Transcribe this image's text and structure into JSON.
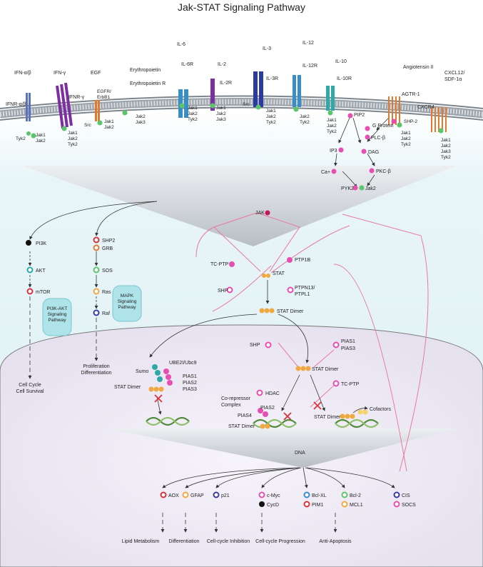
{
  "title": "Jak-STAT Signaling Pathway",
  "receptors": {
    "ifna_lig": "IFN-α/β",
    "ifna_r": "IFNR-α/β",
    "ifna_k1": "Tyk2",
    "ifna_k2": "Jak1",
    "ifna_k3": "Jak2",
    "ifng_lig": "IFN-γ",
    "ifng_r": "IFNR-γ",
    "ifng_k1": "Jak1",
    "ifng_k2": "Jak2",
    "ifng_k3": "Tyk2",
    "egf_lig": "EGF",
    "egf_r1": "EGFR/",
    "egf_r2": "ErbB1",
    "egf_k0": "Src",
    "egf_k1": "Jak1",
    "egf_k2": "Jak2",
    "epo_lig": "Erythropoietin",
    "epo_r": "Erythropoietin R",
    "epo_k1": "Jak2",
    "epo_k2": "Jak3",
    "il6_lig": "IL-6",
    "il6_r": "IL-6R",
    "il6_k1": "Jak1",
    "il6_k2": "Jak2",
    "il6_k3": "Tyk2",
    "il2_lig": "IL-2",
    "il2_r": "IL-2R",
    "il2_k1": "Jak1",
    "il2_k2": "Jak2",
    "il2_k3": "Jak3",
    "il3_lig": "IL-3",
    "il3_r": "IL-3R",
    "il3_k0": "Src",
    "il3_k1": "Jak1",
    "il3_k2": "Jak2",
    "il3_k3": "Tyk2",
    "il12_lig": "IL-12",
    "il12_r": "IL-12R",
    "il12_k1": "Jak2",
    "il12_k2": "Tyk2",
    "il10_lig": "IL-10",
    "il10_r": "IL-10R",
    "il10_k1": "Jak1",
    "il10_k2": "Jak2",
    "il10_k3": "Tyk2",
    "ang_lig": "Angiotensin II",
    "ang_r": "AGTR-1",
    "ang_k0": "SHP-2",
    "ang_k1": "Jak1",
    "ang_k2": "Jak2",
    "ang_k3": "Tyk2",
    "cxcl_lig1": "CXCL12/",
    "cxcl_lig2": "SDF-1α",
    "cxcr_r": "CXCR4",
    "cxcr_k1": "Jak1",
    "cxcr_k2": "Jak2",
    "cxcr_k3": "Jak3",
    "cxcr_k4": "Tyk2"
  },
  "membrane": {
    "pip2": "PIP2",
    "gprotein": "G Protein",
    "plcb": "PLC-β",
    "ip3": "IP3",
    "dag": "DAG",
    "ca": "Ca+",
    "pkcb": "PKC-β",
    "pyk2": "PYK2",
    "jak2": "Jak2"
  },
  "cytoplasm": {
    "jak": "JAK",
    "pi3k": "PI3K",
    "akt": "AKT",
    "mtor": "mTOR",
    "pi3k_box": [
      "PI3K-AKT",
      "Signaling",
      "Pathway"
    ],
    "shp2": "SHP2",
    "grb": "GRB",
    "sos": "SOS",
    "ras": "Ras",
    "raf": "Raf",
    "mapk_box": [
      "MAPK",
      "Signaling",
      "Pathway"
    ],
    "tcptp": "TC-PTP",
    "ptp1b": "PTP1B",
    "stat": "STAT",
    "shp": "SHP",
    "ptpn13": "PTPN13/",
    "ptpl1": "PTPL1",
    "stat_dimer": "STAT Dimer",
    "cellcycle1": "Cell Cycle",
    "cellcycle2": "Cell Survival",
    "prolif1": "Proliferation",
    "prolif2": "Differentiation"
  },
  "nucleus": {
    "ube2i": "UBE2I/Ubc9",
    "sumo": "Sumo",
    "pias_l1": "PIAS1",
    "pias_l2": "PIAS2",
    "pias_l3": "PIAS3",
    "stat_dimer_l": "STAT Dimer",
    "shp": "SHP",
    "pias1": "PIAS1",
    "pias3": "PIAS3",
    "stat_dimer_c": "STAT Dimer",
    "hdac": "HDAC",
    "corep1": "Co-repressor",
    "corep2": "Complex",
    "pias2": "PIAS2",
    "pias4": "PIAS4",
    "stat_dimer_b": "STAT Dimer",
    "tcptp": "TC-PTP",
    "stat_dimer_r": "STAT Dimer",
    "cofactors": "Cofactors",
    "dna": "DNA"
  },
  "targets": {
    "aox": "AOX",
    "gfap": "GFAP",
    "p21": "p21",
    "cmyc": "c-Myc",
    "cycd": "CycD",
    "bclxl": "Bcl-XL",
    "pim1": "PIM1",
    "bcl2": "Bcl-2",
    "mcl1": "MCL1",
    "cis": "CIS",
    "socs": "SOCS"
  },
  "outcomes": {
    "lipid": "Lipid Metabolism",
    "diff": "Differentiation",
    "cci": "Cell-cycle Inhibition",
    "ccp": "Cell-cycle Progression",
    "anti": "Anti-Apoptosis"
  },
  "colors": {
    "pink": "#e64fb0",
    "green": "#5cc46a",
    "orange": "#f0a840",
    "red": "#d8343a",
    "blue": "#3a3aa8",
    "teal": "#2fa8a8",
    "purple": "#7b2fa0",
    "inhibit": "#e87a9c"
  }
}
